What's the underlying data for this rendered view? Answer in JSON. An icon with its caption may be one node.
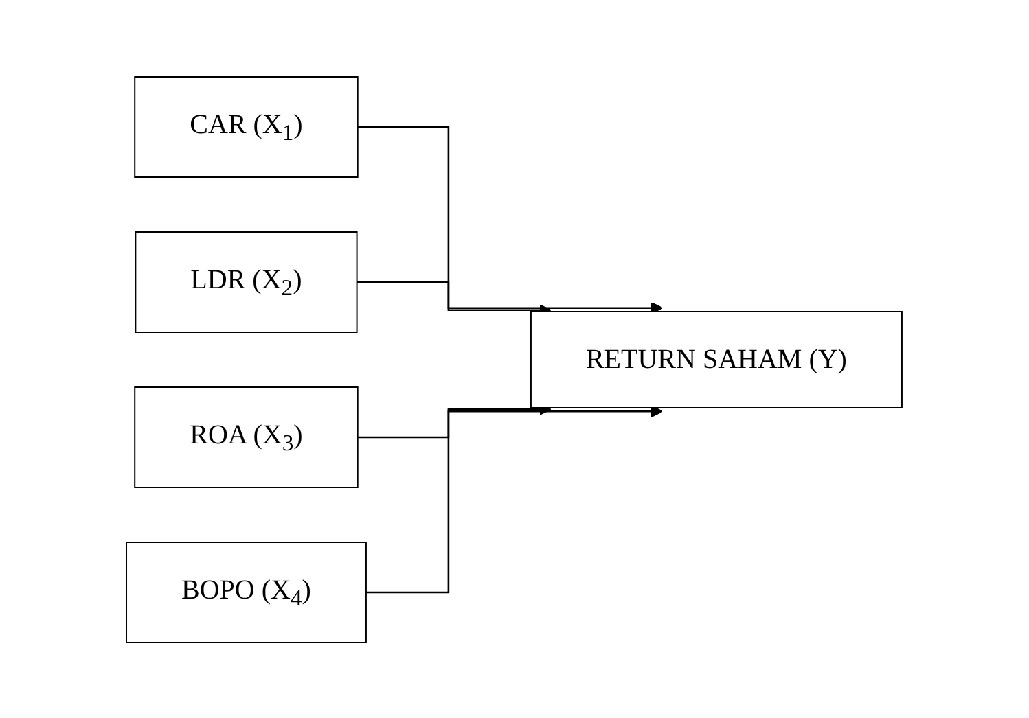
{
  "diagram": {
    "nodes": [
      {
        "text": [
          "CAR (X$_{1}$)"
        ]
      },
      {
        "text": [
          "LDR (X$_{2}$)"
        ]
      },
      {
        "text": [
          "ROA (X$_{3}$)"
        ]
      },
      {
        "text": [
          "BOPO (X$_{4}$)"
        ]
      },
      {
        "text": [
          "RETURN SAHAM (Y)"
        ]
      }
    ],
    "edges": [
      {
        "from": 0,
        "to": 4,
        "arrow": "to"
      },
      {
        "from": 1,
        "to": 4,
        "arrow": "to"
      },
      {
        "from": 2,
        "to": 4,
        "arrow": "to"
      },
      {
        "from": 3,
        "to": 4,
        "arrow": "to"
      }
    ]
  }
}
